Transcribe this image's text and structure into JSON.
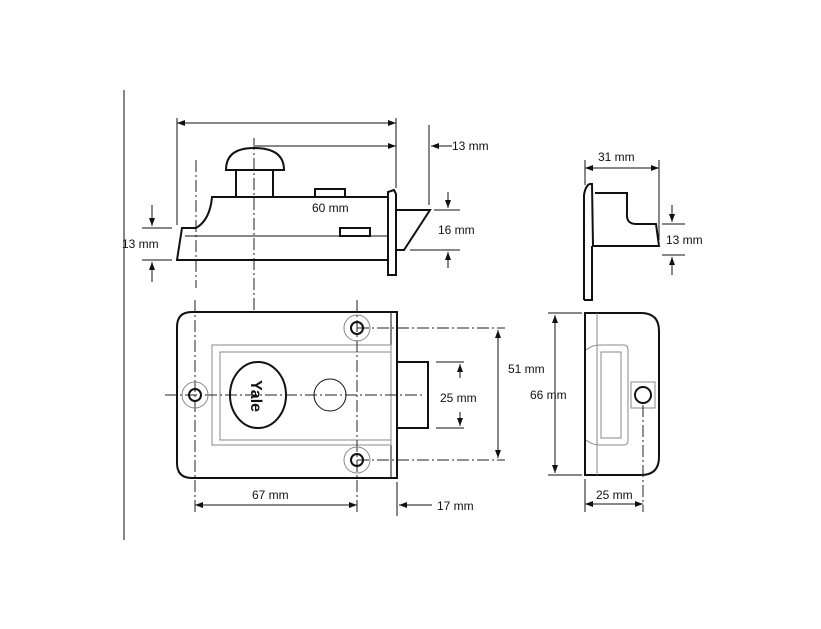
{
  "diagram": {
    "brand_logo": "Yale",
    "dimensions": {
      "top_view_bolt_projection": "13 mm",
      "top_view_knob_to_plate": "60 mm",
      "top_view_base_height": "13 mm",
      "top_view_bolt_height": "16 mm",
      "front_view_screw_spacing": "51 mm",
      "front_view_bolt_height": "25 mm",
      "front_view_backset": "67 mm",
      "front_view_bolt_throw": "17 mm",
      "keep_depth": "31 mm",
      "keep_step_height": "13 mm",
      "keep_height": "66 mm",
      "keep_width": "25 mm"
    }
  }
}
